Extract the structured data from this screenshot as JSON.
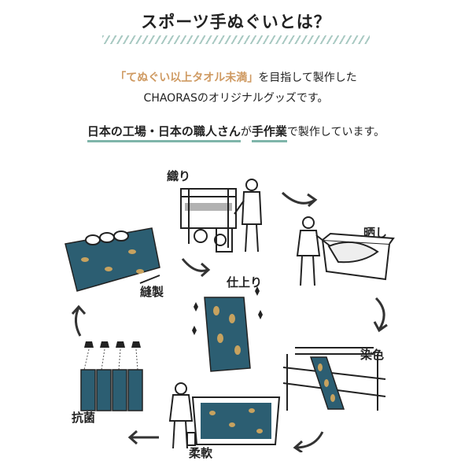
{
  "header": {
    "title": "スポーツ手ぬぐいとは？"
  },
  "intro": {
    "highlight": "「てぬぐい以上タオル未満」",
    "line1_rest": "を目指して製作した",
    "line2": "CHAORASのオリジナルグッズです。",
    "craft_phrase": "日本の工場・日本の職人さん",
    "particle": "が",
    "handmade": "手作業",
    "line3_rest": "で製作しています。"
  },
  "steps": {
    "weaving": "織り",
    "bleaching": "晒し",
    "dyeing": "染色",
    "softening": "柔軟",
    "antibacterial": "抗菌",
    "sewing": "縫製",
    "finishing": "仕上り"
  },
  "colors": {
    "accent_orange": "#cf9a62",
    "underline_teal": "#7fb5aa",
    "fabric_blue": "#2c5e72",
    "ink": "#222222"
  }
}
